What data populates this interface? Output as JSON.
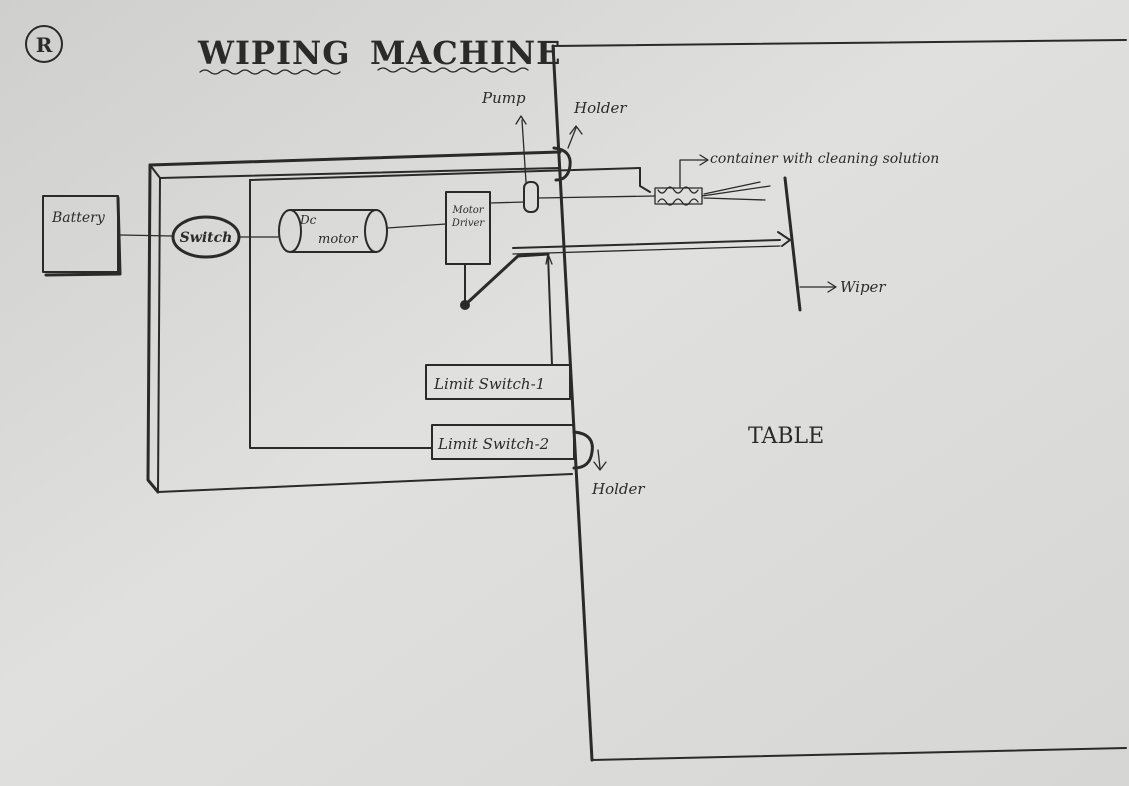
{
  "corner_mark": "R",
  "title": {
    "word1": "WIPING",
    "word2": "MACHINE"
  },
  "labels": {
    "battery": "Battery",
    "switch": "Switch",
    "dc": "Dc",
    "motor": "motor",
    "motor_driver_line1": "Motor",
    "motor_driver_line2": "Driver",
    "pump": "Pump",
    "holder_top": "Holder",
    "container": "container with cleaning solution",
    "wiper": "Wiper",
    "limit_switch_1": "Limit Switch-1",
    "limit_switch_2": "Limit Switch-2",
    "holder_bottom": "Holder",
    "table": "TABLE"
  }
}
